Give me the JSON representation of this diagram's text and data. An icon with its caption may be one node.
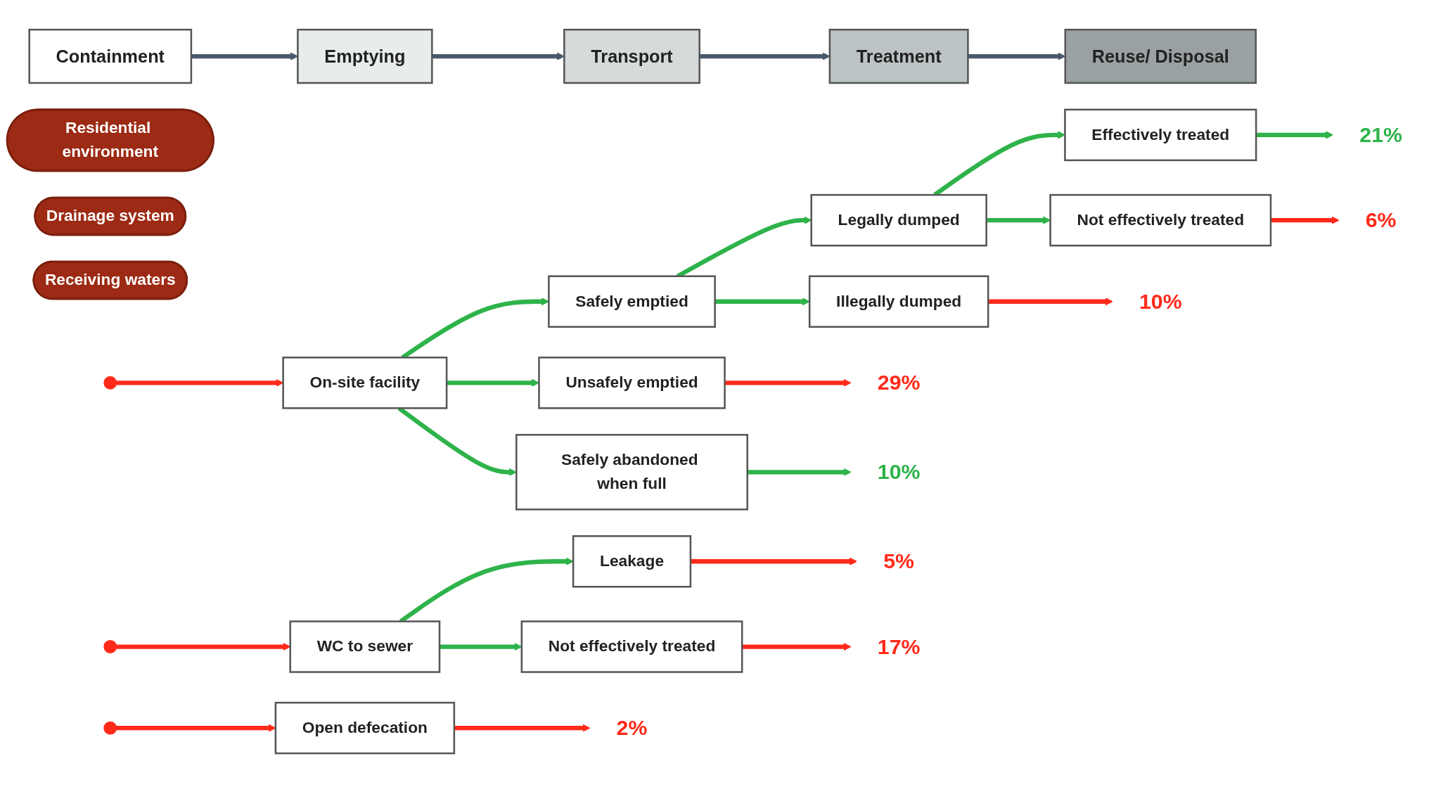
{
  "diagram": {
    "nodes": [
      {
        "text": [
          "Containment"
        ]
      },
      {
        "text": [
          "Emptying"
        ]
      },
      {
        "text": [
          "Transport"
        ]
      },
      {
        "text": [
          "Treatment"
        ]
      },
      {
        "text": [
          "Reuse/ Disposal"
        ]
      },
      {
        "text": [
          "WC to sewer"
        ]
      },
      {
        "text": [
          "On-site facility"
        ]
      },
      {
        "text": [
          "Open defecation"
        ]
      },
      {
        "text": [
          "Safely emptied"
        ]
      },
      {
        "text": [
          "Unsafely emptied"
        ]
      },
      {
        "text": [
          "Safely abandoned when full"
        ]
      },
      {
        "text": [
          "Leakage"
        ]
      },
      {
        "text": [
          "Legally dumped"
        ]
      },
      {
        "text": [
          "Illegally dumped"
        ]
      },
      {
        "text": [
          "Not effectively treated"
        ]
      },
      {
        "text": [
          "Effectively treated"
        ]
      },
      {
        "text": [
          "Not effectively treated"
        ]
      },
      {
        "text": [
          "Residential environment"
        ]
      },
      {
        "text": [
          "Drainage system"
        ]
      },
      {
        "text": [
          "Receiving waters"
        ]
      },
      {
        "text": [
          "2%"
        ]
      },
      {
        "text": [
          "29%"
        ]
      },
      {
        "text": [
          "10%"
        ]
      },
      {
        "text": [
          "5%"
        ]
      },
      {
        "text": [
          "6%"
        ]
      },
      {
        "text": [
          "17%"
        ]
      },
      {
        "text": [
          "21%"
        ]
      },
      {
        "text": [
          "10%"
        ]
      }
    ],
    "edges": [
      {
        "from": 0,
        "to": 1,
        "arrow": "to",
        "color": "#4a5a6a"
      },
      {
        "from": 1,
        "to": 2,
        "arrow": "to",
        "color": "#4a5a6a"
      },
      {
        "from": 2,
        "to": 3,
        "arrow": "to",
        "color": "#4a5a6a"
      },
      {
        "from": 3,
        "to": 4,
        "arrow": "to",
        "color": "#4a5a6a"
      },
      {
        "from": null,
        "to": 5,
        "arrow": "to",
        "color": "#ff2a1a"
      },
      {
        "from": null,
        "to": 6,
        "arrow": "to",
        "color": "#ff2a1a"
      },
      {
        "from": null,
        "to": 7,
        "arrow": "to",
        "color": "#ff2a1a"
      },
      {
        "from": 5,
        "to": 11,
        "arrow": "to"
      },
      {
        "from": 5,
        "to": 14,
        "arrow": "to"
      },
      {
        "from": 6,
        "to": 8,
        "arrow": "to"
      },
      {
        "from": 6,
        "to": 9,
        "arrow": "to"
      },
      {
        "from": 6,
        "to": 10,
        "arrow": "to"
      },
      {
        "from": 8,
        "to": 12,
        "arrow": "to"
      },
      {
        "from": 8,
        "to": 13,
        "arrow": "to"
      },
      {
        "from": 12,
        "to": 15,
        "arrow": "to"
      },
      {
        "from": 12,
        "to": 16,
        "arrow": "to"
      },
      {
        "from": 7,
        "to": 20,
        "arrow": "to",
        "color": "#ff2a1a"
      },
      {
        "from": 9,
        "to": 21,
        "arrow": "to",
        "color": "#ff2a1a"
      },
      {
        "from": 13,
        "to": 22,
        "arrow": "to",
        "color": "#ff2a1a"
      },
      {
        "from": 11,
        "to": 23,
        "arrow": "to",
        "color": "#ff2a1a"
      },
      {
        "from": 16,
        "to": 24,
        "arrow": "to",
        "color": "#ff2a1a"
      },
      {
        "from": 14,
        "to": 25,
        "arrow": "to",
        "color": "#ff2a1a"
      },
      {
        "from": 15,
        "to": 26,
        "arrow": "to"
      },
      {
        "from": 10,
        "to": 27,
        "arrow": "to"
      }
    ]
  }
}
